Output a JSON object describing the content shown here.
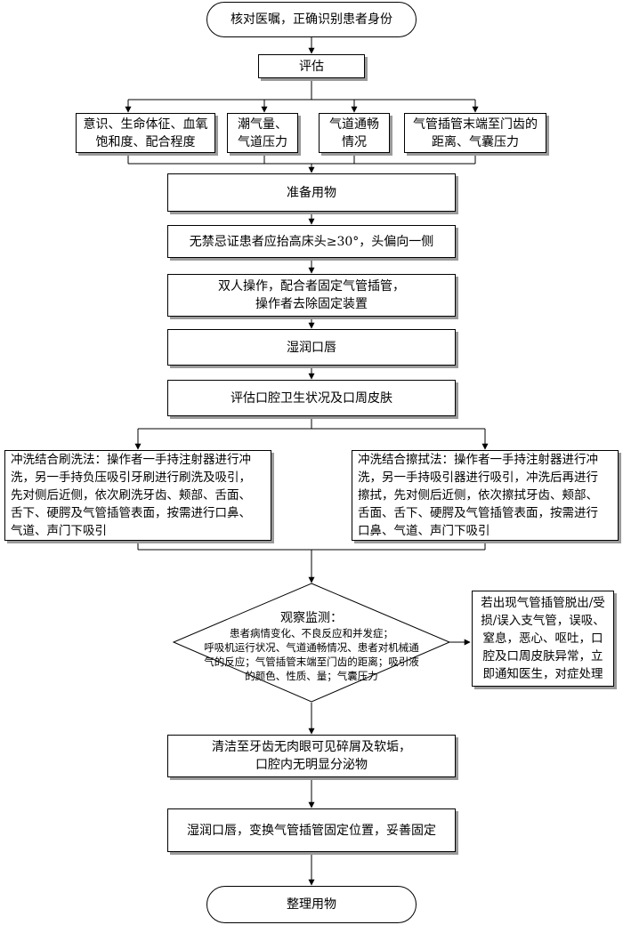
{
  "nodes": {
    "start": "核对医嘱，正确识别患者身份",
    "assess": "评估",
    "assess_items": [
      "意识、生命体征、血氧\n饱和度、配合程度",
      "潮气量、\n气道压力",
      "气道通畅\n情况",
      "气管插管末端至门齿的\n距离、气囊压力"
    ],
    "prepare": "准备用物",
    "position": "无禁忌证患者应抬高床头≥30°，头偏向一侧",
    "double_operation": "双人操作，配合者固定气管插管，\n操作者去除固定装置",
    "moisten_lips": "湿润口唇",
    "assess_oral": "评估口腔卫生状况及口周皮肤",
    "method_brush": "冲洗结合刷洗法：操作者一手持注射器进行冲\n洗，另一手持负压吸引牙刷进行刷洗及吸引，\n先对侧后近侧，依次刷洗牙齿、颊部、舌面、\n舌下、硬腭及气管插管表面，按需进行口鼻、\n气道、声门下吸引",
    "method_wipe": "冲洗结合擦拭法：操作者一手持注射器进行冲\n洗，另一手持吸引器进行吸引，冲洗后再进行\n擦拭，先对侧后近侧，依次擦拭牙齿、颊部、\n舌面、舌下、硬腭及气管插管表面，按需进行\n口鼻、气道、声门下吸引",
    "observe_title": "观察监测：",
    "observe_body": "患者病情变化、不良反应和并发症；\n呼吸机运行状况、气道通畅情况、患者对机械通\n气的反应；气管插管末端至门齿的距离；吸引液\n的颜色、性质、量；气囊压力",
    "abnormal": "若出现气管插管脱出/受\n损/误入支气管，误吸、\n窒息，恶心、呕吐，口\n腔及口周皮肤异常，立\n即通知医生，对症处理",
    "clean_standard": "清洁至牙齿无肉眼可见碎屑及软垢，\n口腔内无明显分泌物",
    "reposition": "湿润口唇，变换气管插管固定位置，妥善固定",
    "end": "整理用物"
  }
}
